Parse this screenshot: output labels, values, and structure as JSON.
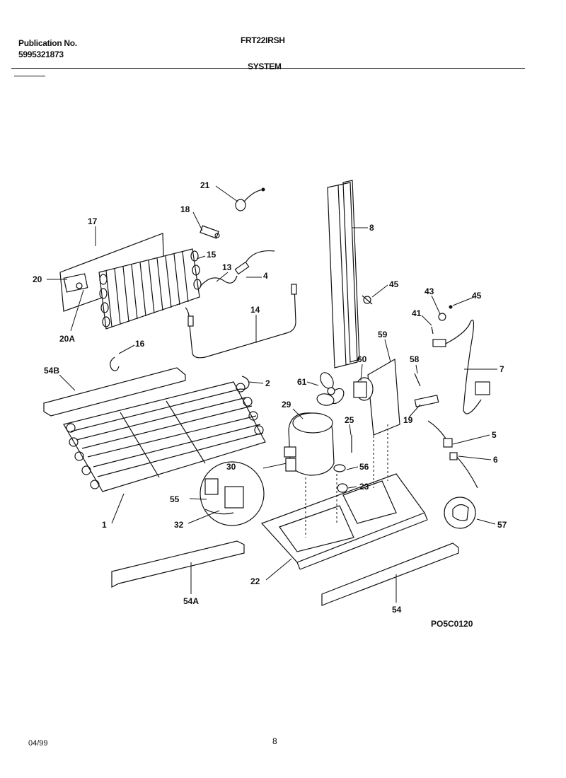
{
  "header": {
    "publication_label": "Publication No.",
    "publication_number": "5995321873",
    "model": "FRT22IRSH",
    "section": "SYSTEM"
  },
  "footer": {
    "date": "04/99",
    "page": "8"
  },
  "diagram_code": "PO5C0120",
  "callouts": {
    "c1": "1",
    "c2": "2",
    "c4": "4",
    "c5": "5",
    "c6": "6",
    "c7": "7",
    "c8": "8",
    "c13": "13",
    "c14": "14",
    "c15": "15",
    "c16": "16",
    "c17": "17",
    "c18": "18",
    "c19": "19",
    "c20": "20",
    "c20A": "20A",
    "c21": "21",
    "c22": "22",
    "c23": "23",
    "c25": "25",
    "c29": "29",
    "c30": "30",
    "c32": "32",
    "c41": "41",
    "c43": "43",
    "c45a": "45",
    "c45b": "45",
    "c54": "54",
    "c54A": "54A",
    "c54B": "54B",
    "c55": "55",
    "c56": "56",
    "c57": "57",
    "c58": "58",
    "c59": "59",
    "c60": "60",
    "c61": "61"
  }
}
